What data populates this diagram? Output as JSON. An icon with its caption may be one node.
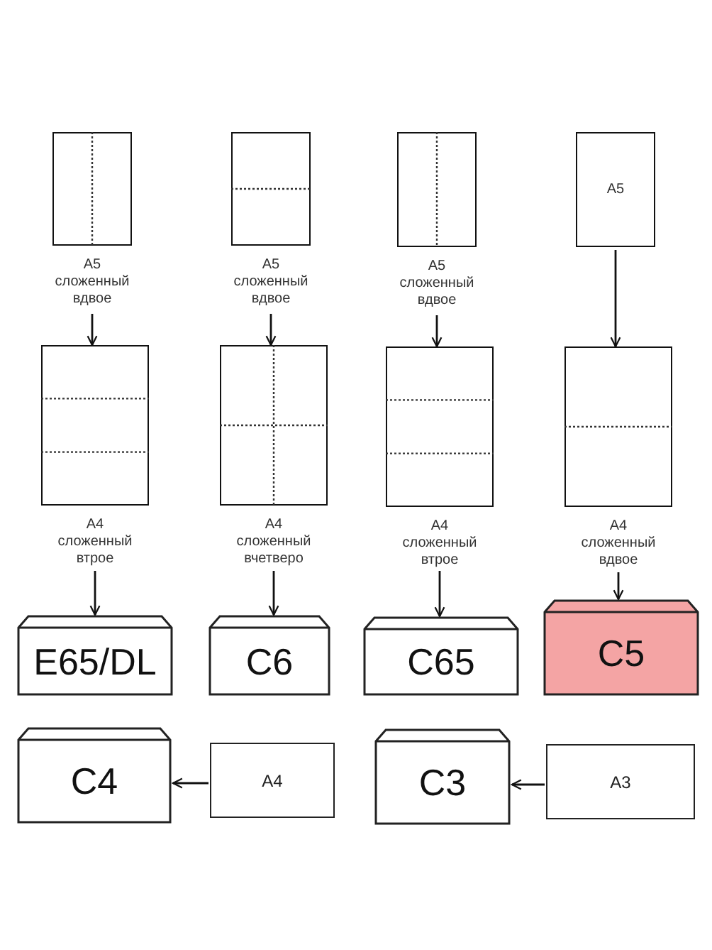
{
  "diagram": {
    "nodes": [
      {
        "text": [],
        "shape": "box",
        "beside": [
          "A5 сложенный вдвое"
        ]
      },
      {
        "text": [],
        "shape": "box",
        "beside": [
          "A5 сложенный вдвое"
        ]
      },
      {
        "text": [],
        "shape": "box",
        "beside": [
          "A5 сложенный вдвое"
        ]
      },
      {
        "text": [
          "A5"
        ]
      },
      {
        "text": [],
        "shape": "box",
        "beside": [
          "A4 сложенный втрое"
        ]
      },
      {
        "text": [],
        "shape": "box",
        "beside": [
          "A4 сложенный вчетверо"
        ]
      },
      {
        "text": [],
        "shape": "box",
        "beside": [
          "A4 сложенный втрое"
        ]
      },
      {
        "text": [],
        "shape": "box",
        "beside": [
          "A4 сложенный вдвое"
        ]
      },
      {
        "text": [
          "E65/DL"
        ]
      },
      {
        "text": [
          "C6"
        ]
      },
      {
        "text": [
          "C65"
        ]
      },
      {
        "text": [
          "C5"
        ]
      },
      {
        "text": [
          "C4"
        ]
      },
      {
        "text": [
          "A4"
        ]
      },
      {
        "text": [
          "C3"
        ]
      },
      {
        "text": [
          "A3"
        ]
      }
    ],
    "edges": [
      {
        "from": 0,
        "to": 4,
        "arrow": "to"
      },
      {
        "from": 1,
        "to": 5,
        "arrow": "to"
      },
      {
        "from": 2,
        "to": 6,
        "arrow": "to"
      },
      {
        "from": 3,
        "to": 7,
        "arrow": "to"
      },
      {
        "from": 4,
        "to": 8,
        "arrow": "to"
      },
      {
        "from": 5,
        "to": 9,
        "arrow": "to"
      },
      {
        "from": 6,
        "to": 10,
        "arrow": "to"
      },
      {
        "from": 7,
        "to": 11,
        "arrow": "to"
      },
      {
        "from": 13,
        "to": 12,
        "arrow": "to"
      },
      {
        "from": 15,
        "to": 14,
        "arrow": "to"
      }
    ]
  }
}
